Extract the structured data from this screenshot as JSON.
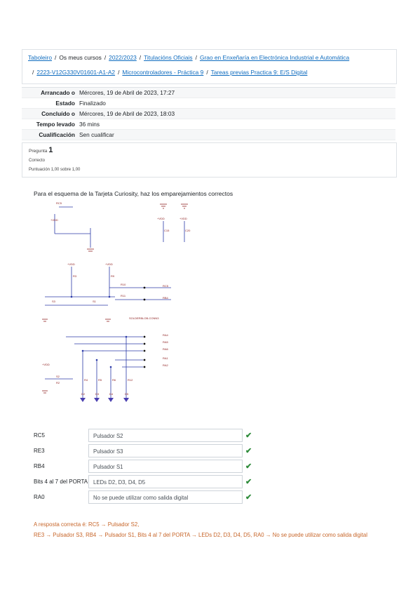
{
  "breadcrumb": {
    "line1": [
      {
        "text": "Taboleiro",
        "link": true
      },
      {
        "text": "Os meus cursos",
        "link": false
      },
      {
        "text": "2022/2023",
        "link": true
      },
      {
        "text": "Titulacións Oficiais",
        "link": true
      },
      {
        "text": "Grao en Enxeñaría en Electrónica Industrial e Automática",
        "link": true
      }
    ],
    "line2": [
      {
        "text": "2223-V12G330V01601-A1-A2",
        "link": true
      },
      {
        "text": "Microcontroladores - Práctica 9",
        "link": true
      },
      {
        "text": "Tareas previas Practica 9: E/S Digital",
        "link": true
      }
    ],
    "separator": "/"
  },
  "summary": [
    {
      "key": "Arrancado o",
      "value": "Mércores, 19 de Abril de 2023, 17:27"
    },
    {
      "key": "Estado",
      "value": "Finalizado"
    },
    {
      "key": "Concluído o",
      "value": "Mércores, 19 de Abril de 2023, 18:03"
    },
    {
      "key": "Tempo levado",
      "value": "36 mins"
    },
    {
      "key": "Cualificación",
      "value": "Sen cualificar"
    }
  ],
  "question": {
    "label": "Pregunta",
    "number": "1",
    "state": "Correcto",
    "grade": "Puntuación 1,00 sobre 1,00",
    "text": "Para el esquema de la Tarjeta Curiosity, haz los emparejamientos correctos"
  },
  "schematic": {
    "labels": {
      "vdd": "+VDD",
      "solder": "SOLDERBLOB-CONN3",
      "r_rc5": "RC5",
      "r_ra4": "RA4",
      "r_ra5": "RA5",
      "r_rb4": "RB4",
      "r_ra0": "RA0",
      "r_ra1": "RA1",
      "r_ra2": "RA2",
      "r_ra6": "RA6",
      "s1": "S1",
      "s2": "S2",
      "s3": "S3",
      "d2": "D2",
      "d3": "D3",
      "d4": "D4",
      "d5": "D5",
      "red": "RED",
      "c15": "C15",
      "c20": "C20",
      "r3": "R3",
      "r9": "R9",
      "r10": "R10",
      "r11": "R11",
      "r2": "R2",
      "r4": "R4",
      "r5": "R5",
      "r6": "R6",
      "r12": "R12"
    }
  },
  "matches": [
    {
      "label": "RC5",
      "answer": "Pulsador S2"
    },
    {
      "label": "RE3",
      "answer": "Pulsador S3"
    },
    {
      "label": "RB4",
      "answer": "Pulsador S1"
    },
    {
      "label": "Bits 4 al 7 del PORTA",
      "answer": "LEDs D2, D3, D4, D5"
    },
    {
      "label": "RA0",
      "answer": "No se puede utilizar como salida digital"
    }
  ],
  "check_icon": "check-icon",
  "feedback": {
    "line1": "A resposta correcta é: RC5 → Pulsador S2,",
    "line2": "RE3 → Pulsador S3, RB4 → Pulsador S1, Bits 4 al 7 del PORTA → LEDs D2, D3, D4, D5, RA0 → No se puede utilizar como salida digital"
  },
  "colors": {
    "link": "#0f6cbf",
    "feedback": "#c7662a",
    "ok": "#2e8b3a",
    "wire": "#2b3aa8",
    "part": "#8b1a1a"
  }
}
